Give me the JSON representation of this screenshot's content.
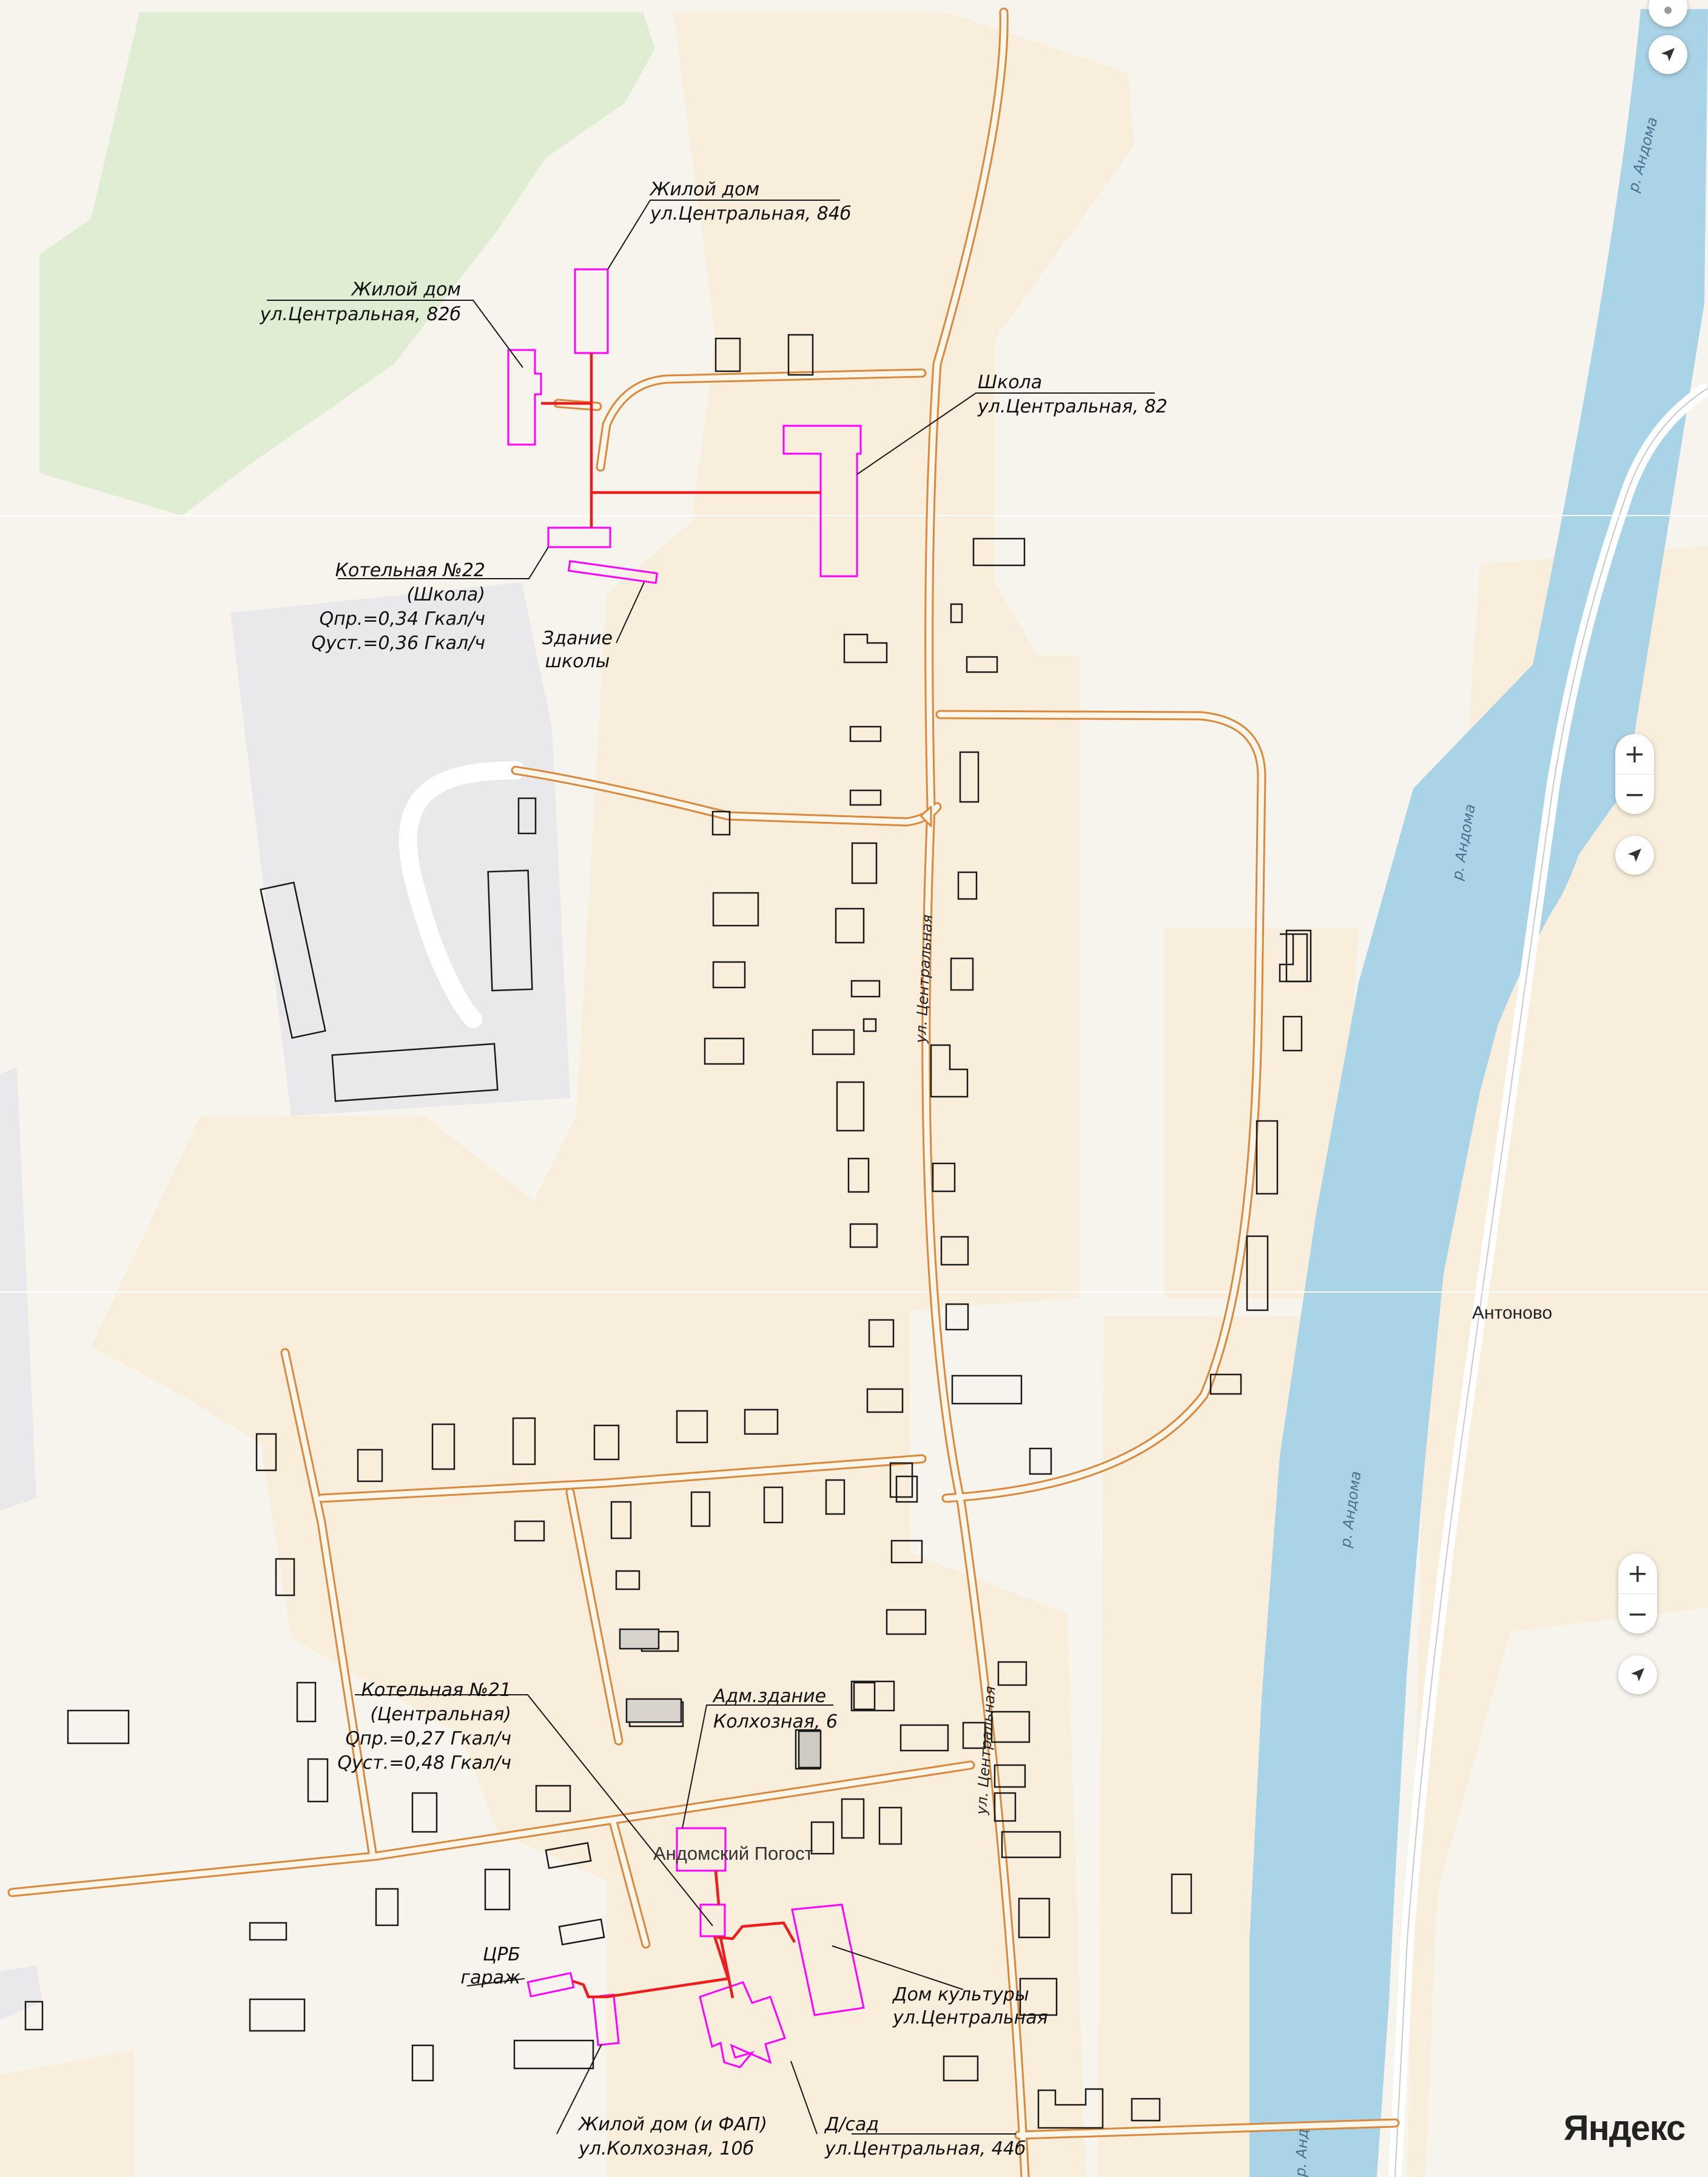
{
  "map": {
    "colors": {
      "land": "#f6f4ec",
      "residential": "#f8eedb",
      "forest": "#dfeed2",
      "industrial": "#e9e9ec",
      "water": "#a9d3e6",
      "road_casing": "#d9883c",
      "road_fill": "#fbf5ea",
      "heat_network": "#ee1c1c",
      "heat_object": "#ff00ff",
      "building": "#1a1a1a"
    },
    "river_labels": [
      "р. Андома",
      "р. Андома",
      "р. Андома",
      "р. Анд"
    ],
    "street_labels": [
      "ул. Центральная",
      "ул. Центральная"
    ],
    "places": {
      "antonovo": "Антоново",
      "andomsky_pogost": "Андомский Погост"
    }
  },
  "annotations": {
    "zhiloy_84b": {
      "line1": "Жилой дом",
      "line2": "ул.Центральная, 84б"
    },
    "zhiloy_82b": {
      "line1": "Жилой дом",
      "line2": "ул.Центральная, 82б"
    },
    "shkola": {
      "line1": "Школа",
      "line2": "ул.Центральная, 82"
    },
    "kotelnaya_22": {
      "line1": "Котельная №22",
      "line2": "(Школа)",
      "line3": "Qпр.=0,34 Гкал/ч",
      "line4": "Qуст.=0,36 Гкал/ч"
    },
    "zdanie_shkoly": {
      "line1": "Здание",
      "line2": "школы"
    },
    "kotelnaya_21": {
      "line1": "Котельная №21",
      "line2": "(Центральная)",
      "line3": "Qпр.=0,27 Гкал/ч",
      "line4": "Qуст.=0,48 Гкал/ч"
    },
    "adm_zdanie": {
      "line1": "Адм.здание",
      "line2": "Колхозная, 6"
    },
    "crb_garazh": {
      "line1": "ЦРБ",
      "line2": "гараж"
    },
    "dom_kultury": {
      "line1": "Дом культуры",
      "line2": "ул.Центральная"
    },
    "zhiloy_fap": {
      "line1": "Жилой дом (и ФАП)",
      "line2": "ул.Колхозная, 10б"
    },
    "dsad": {
      "line1": "Д/сад",
      "line2": "ул.Центральная, 44б"
    }
  },
  "controls": {
    "zoom_in_label": "+",
    "zoom_out_label": "−",
    "brand": "Яндекс"
  },
  "icons": [
    "compass-icon",
    "location-arrow-icon",
    "zoom-in-icon",
    "zoom-out-icon"
  ]
}
